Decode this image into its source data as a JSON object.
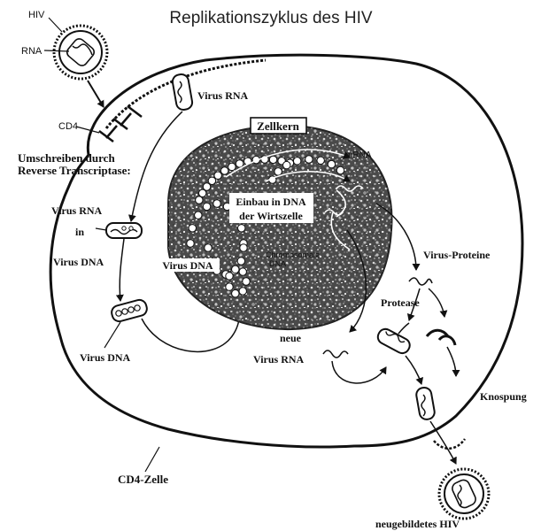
{
  "title": "Replikationszyklus des HIV",
  "labels": {
    "hiv": "HIV",
    "rna": "RNA",
    "cd4": "CD4",
    "virus_rna_top": "Virus RNA",
    "umschreiben_1": "Umschreiben durch",
    "umschreiben_2": "Reverse Transcriptase:",
    "virus_rna_in_1": "Virus RNA",
    "virus_rna_in_2": "in",
    "virus_rna_in_3": "Virus DNA",
    "virus_dna_low": "Virus DNA",
    "zellkern": "Zellkern",
    "mrna": "mRNA",
    "einbau_1": "Einbau in DNA",
    "einbau_2": "der Wirtszelle",
    "virus_dna_nucleus": "Virus DNA",
    "chromosomale_1": "Chromosomale",
    "chromosomale_2": "DNA",
    "virus_proteine": "Virus-Proteine",
    "protease": "Protease",
    "neue_1": "neue",
    "neue_2": "Virus RNA",
    "knospung": "Knospung",
    "cd4_zelle": "CD4-Zelle",
    "neugebildetes": "neugebildetes HIV"
  }
}
